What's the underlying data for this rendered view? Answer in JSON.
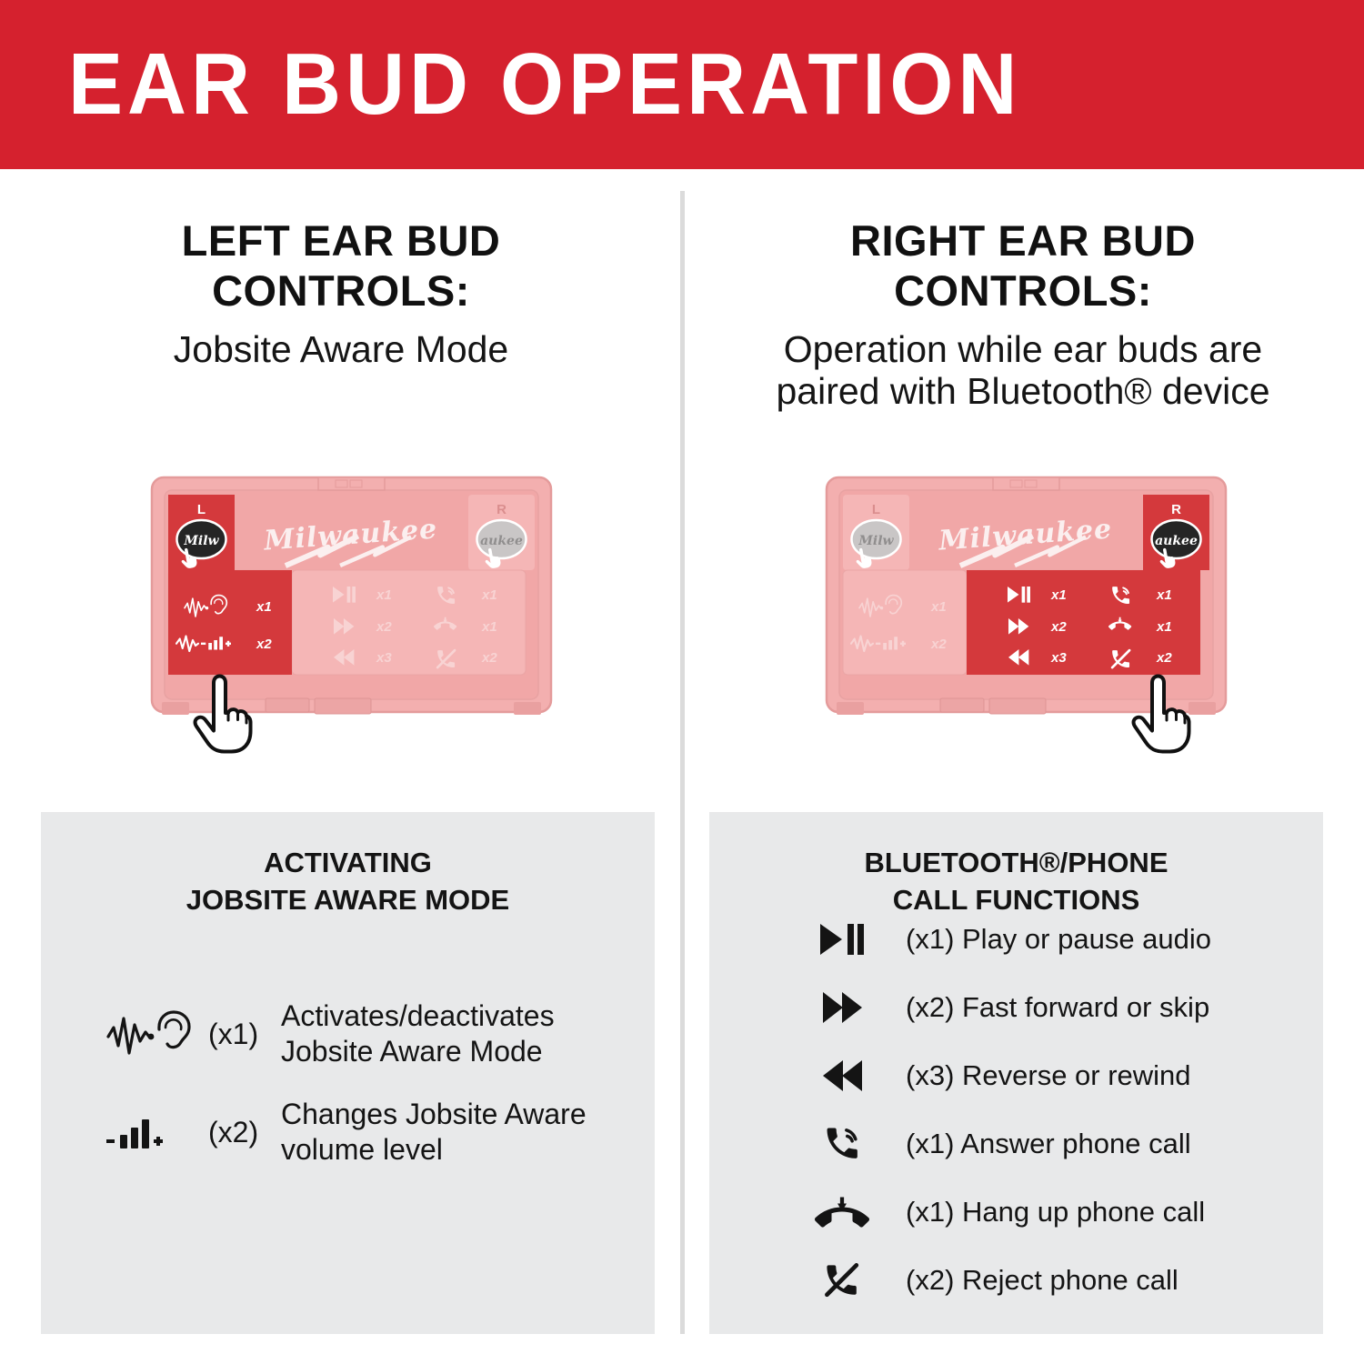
{
  "header": {
    "title": "EAR BUD OPERATION"
  },
  "colors": {
    "brand_red": "#D5212E",
    "highlight_red": "#D4393C",
    "case_pink": "#F2ACAC",
    "panel_gray": "#E8E9EA",
    "divider_gray": "#DBDBDB"
  },
  "left_column": {
    "heading_line1": "LEFT EAR BUD",
    "heading_line2": "CONTROLS:",
    "sub_line1": "Jobsite Aware Mode",
    "sub_line2": "",
    "panel": {
      "title_line1": "ACTIVATING",
      "title_line2": "JOBSITE AWARE MODE",
      "rows": [
        {
          "icon": "jobsite-aware-icon",
          "count": "(x1)",
          "line1": "Activates/deactivates",
          "line2": "Jobsite Aware Mode"
        },
        {
          "icon": "volume-level-icon",
          "count": "(x2)",
          "line1": "Changes Jobsite Aware",
          "line2": "volume level"
        }
      ]
    }
  },
  "right_column": {
    "heading_line1": "RIGHT EAR BUD",
    "heading_line2": "CONTROLS:",
    "sub_line1": "Operation while ear buds are",
    "sub_line2": "paired with Bluetooth® device",
    "panel": {
      "title_line1": "BLUETOOTH®/PHONE",
      "title_line2": "CALL FUNCTIONS",
      "rows": [
        {
          "icon": "play-pause-icon",
          "label": "(x1) Play or pause audio"
        },
        {
          "icon": "fast-forward-icon",
          "label": "(x2) Fast forward or skip"
        },
        {
          "icon": "rewind-icon",
          "label": "(x3) Reverse or rewind"
        },
        {
          "icon": "answer-call-icon",
          "label": "(x1) Answer phone call"
        },
        {
          "icon": "hang-up-icon",
          "label": "(x1) Hang up phone call"
        },
        {
          "icon": "reject-call-icon",
          "label": "(x2) Reject phone call"
        }
      ]
    }
  },
  "case_diagram": {
    "logo": "Milwaukee",
    "left_bud_label": "L",
    "right_bud_label": "R",
    "left_bud_text": "Milw",
    "right_bud_text": "aukee",
    "jobsite_controls": [
      {
        "name": "jobsite-aware-toggle",
        "count": "x1"
      },
      {
        "name": "jobsite-aware-volume",
        "count": "x2"
      }
    ],
    "media_controls": [
      {
        "name": "play-pause",
        "count": "x1"
      },
      {
        "name": "fast-forward",
        "count": "x2"
      },
      {
        "name": "rewind",
        "count": "x3"
      }
    ],
    "phone_controls": [
      {
        "name": "answer-call",
        "count": "x1"
      },
      {
        "name": "hang-up-call",
        "count": "x1"
      },
      {
        "name": "reject-call",
        "count": "x2"
      }
    ]
  }
}
